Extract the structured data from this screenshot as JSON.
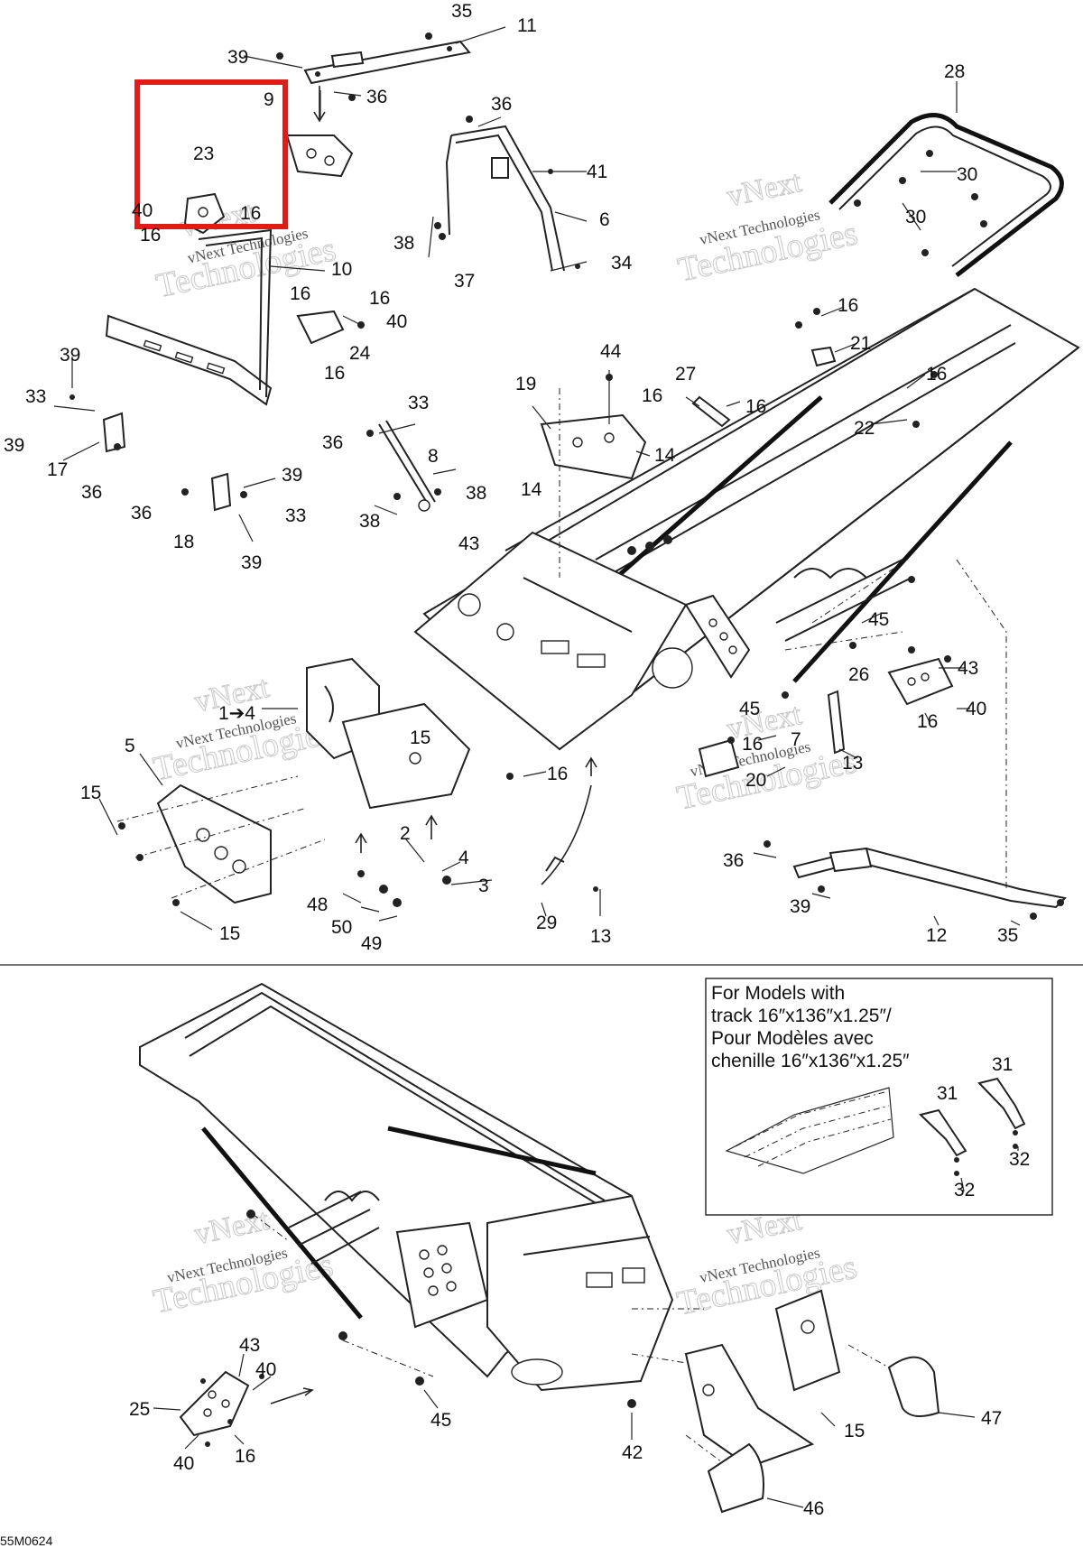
{
  "diagram": {
    "callouts": [
      "35",
      "11",
      "39",
      "36",
      "9",
      "23",
      "40",
      "16",
      "16",
      "36",
      "41",
      "28",
      "30",
      "30",
      "6",
      "38",
      "37",
      "34",
      "10",
      "16",
      "16",
      "40",
      "24",
      "16",
      "39",
      "33",
      "39",
      "17",
      "36",
      "39",
      "36",
      "33",
      "18",
      "39",
      "33",
      "36",
      "8",
      "38",
      "38",
      "43",
      "44",
      "19",
      "14",
      "14",
      "27",
      "16",
      "16",
      "16",
      "21",
      "16",
      "22",
      "1➔4",
      "15",
      "5",
      "15",
      "16",
      "2",
      "4",
      "3",
      "48",
      "50",
      "49",
      "15",
      "45",
      "45",
      "16",
      "7",
      "13",
      "20",
      "26",
      "43",
      "16",
      "40",
      "29",
      "13",
      "36",
      "39",
      "12",
      "35",
      "31",
      "31",
      "32",
      "32",
      "43",
      "40",
      "25",
      "40",
      "16",
      "45",
      "42",
      "15",
      "47",
      "46"
    ],
    "inset_text": [
      "For Models with",
      "track 16″x136″x1.25″/",
      "Pour Modèles avec",
      "chenille 16″x136″x1.25″"
    ],
    "watermark": {
      "line1": "vNext",
      "line2": "vNext Technologies",
      "line3": "Technologies"
    },
    "figure_code": "55M0624"
  },
  "colors": {
    "highlight": "#e01b1b",
    "ink": "#222222",
    "watermark": "#c8c8c8"
  }
}
